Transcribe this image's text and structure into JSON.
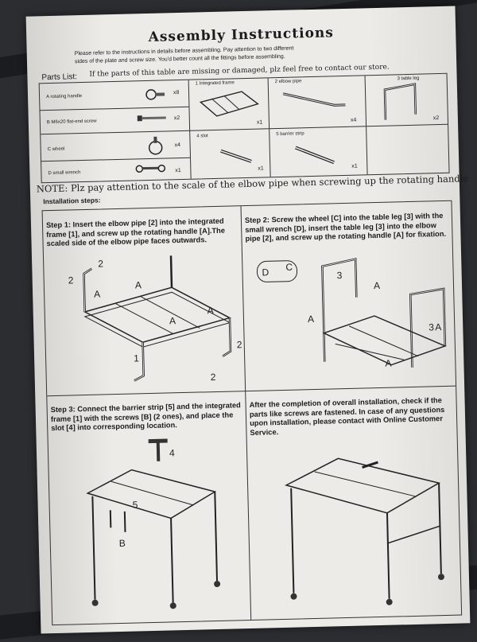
{
  "header": {
    "title": "Assembly Instructions",
    "intro_line1": "Please refer to the instructions in details before assembling. Pay attention to two different",
    "intro_line2": "sides of the plate and screw size. You'd better count all the fittings before assembling.",
    "warning": "If the parts of this table are missing or damaged, plz feel free to contact our store.",
    "parts_list_label": "Parts List:"
  },
  "parts": [
    {
      "name": "A  rotating handle",
      "qty": "x8"
    },
    {
      "name": "B  M6x20 flat-end screw",
      "qty": "x2"
    },
    {
      "name": "C  wheel",
      "qty": "x4"
    },
    {
      "name": "D  small wrench",
      "qty": "x1"
    },
    {
      "name": "1  Integrated frame",
      "qty": "x1"
    },
    {
      "name": "2  elbow pipe",
      "qty": "x4"
    },
    {
      "name": "3  table leg",
      "qty": "x2"
    },
    {
      "name": "4  slot",
      "qty": "x1"
    },
    {
      "name": "5  barrier strip",
      "qty": "x1"
    }
  ],
  "note": "NOTE: Plz pay attention to the scale of the elbow pipe when screwing up the rotating handle",
  "installation_label": "Installation steps:",
  "steps": [
    {
      "text": "Step 1: Insert the elbow pipe [2] into the integrated frame [1], and screw up the rotating handle [A].The scaled side of the elbow pipe faces outwards."
    },
    {
      "text": "Step 2: Screw the wheel [C] into the table leg [3] with the small wrench [D], insert the table leg [3] into the elbow pipe [2], and screw up the rotating handle [A] for fixation."
    },
    {
      "text": "Step 3: Connect the barrier strip [5] and the integrated frame [1] with the screws [B] (2 ones), and place the slot [4] into corresponding location."
    },
    {
      "text": "After the completion of overall installation, check if the parts like screws are fastened. In case of any questions upon installation, please contact with Online Customer Service."
    }
  ],
  "diagram_labels": {
    "one": "1",
    "two": "2",
    "three": "3",
    "four": "4",
    "five": "5",
    "a": "A",
    "b": "B",
    "c": "C",
    "d": "D"
  }
}
